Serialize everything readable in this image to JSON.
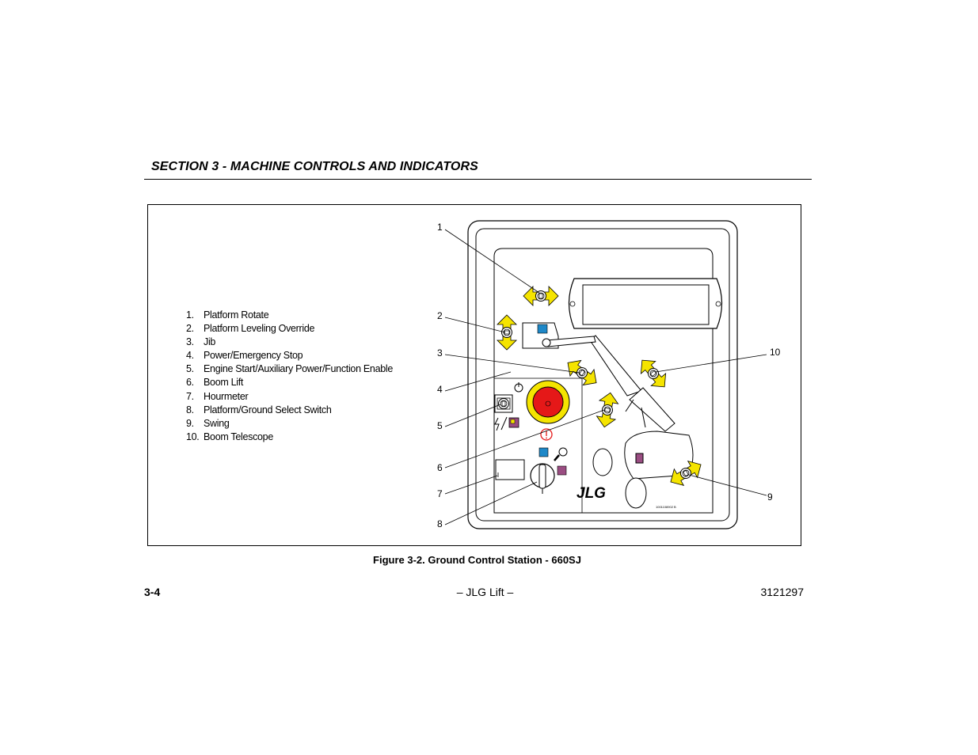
{
  "header": {
    "section_title": "SECTION 3 - MACHINE CONTROLS AND INDICATORS"
  },
  "legend": [
    {
      "num": "1.",
      "label": "Platform Rotate"
    },
    {
      "num": "2.",
      "label": "Platform Leveling Override"
    },
    {
      "num": "3.",
      "label": "Jib"
    },
    {
      "num": "4.",
      "label": "Power/Emergency Stop"
    },
    {
      "num": "5.",
      "label": "Engine Start/Auxiliary Power/Function Enable"
    },
    {
      "num": "6.",
      "label": "Boom Lift"
    },
    {
      "num": "7.",
      "label": "Hourmeter"
    },
    {
      "num": "8.",
      "label": "Platform/Ground Select Switch"
    },
    {
      "num": "9.",
      "label": "Swing"
    },
    {
      "num": "10.",
      "label": "Boom Telescope"
    }
  ],
  "callouts": [
    "1",
    "2",
    "3",
    "4",
    "5",
    "6",
    "7",
    "8",
    "9",
    "10"
  ],
  "drawing": {
    "brand_logo": "JLG",
    "part_number": "1001108902 B",
    "colors": {
      "arrow": "#f5e400",
      "estop_red": "#e51818",
      "indicator_blue": "#1e88c8",
      "indicator_purple": "#9a4d82"
    }
  },
  "figure": {
    "caption": "Figure 3-2. Ground Control Station - 660SJ"
  },
  "footer": {
    "page": "3-4",
    "center": "– JLG Lift –",
    "doc_number": "3121297"
  }
}
